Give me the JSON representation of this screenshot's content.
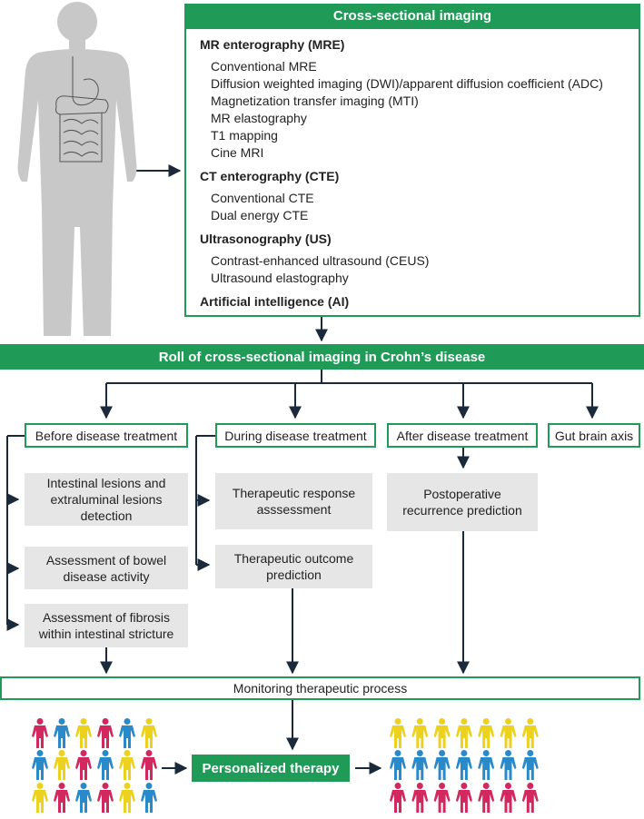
{
  "colors": {
    "green": "#1f9a57",
    "arrow": "#1a2a3a",
    "grey_box": "#e6e6e6",
    "body": "#c8c8c8",
    "magenta": "#d2275f",
    "blue": "#2a8ac9",
    "yellow": "#ecd21e"
  },
  "modalities": {
    "title": "Cross-sectional imaging",
    "lines": [
      {
        "text": "MR enterography (MRE)",
        "bold": true
      },
      {
        "text": "Conventional MRE",
        "bold": false
      },
      {
        "text": "Diffusion weighted imaging (DWI)/apparent diffusion coefficient (ADC)",
        "bold": false
      },
      {
        "text": "Magnetization transfer imaging (MTI)",
        "bold": false
      },
      {
        "text": "MR elastography",
        "bold": false
      },
      {
        "text": "T1 mapping",
        "bold": false
      },
      {
        "text": "Cine MRI",
        "bold": false
      },
      {
        "text": "CT enterography (CTE)",
        "bold": true
      },
      {
        "text": "Conventional CTE",
        "bold": false
      },
      {
        "text": "Dual energy CTE",
        "bold": false
      },
      {
        "text": "Ultrasonography (US)",
        "bold": true
      },
      {
        "text": "Contrast-enhanced ultrasound (CEUS)",
        "bold": false
      },
      {
        "text": "Ultrasound elastography",
        "bold": false
      },
      {
        "text": "Artificial intelligence (AI)",
        "bold": true
      }
    ]
  },
  "role": {
    "title": "Roll of cross-sectional imaging in Crohn’s disease"
  },
  "phases": {
    "before": "Before disease treatment",
    "during": "During disease treatment",
    "after": "After disease treatment",
    "gut": "Gut brain axis"
  },
  "tasks": {
    "lesions": "Intestinal lesions and extraluminal lesions detection",
    "activity": "Assessment of bowel disease activity",
    "fibrosis": "Assessment of fibrosis within intestinal stricture",
    "response": "Therapeutic response asssessment",
    "outcome": "Therapeutic outcome prediction",
    "recurrence": "Postoperative recurrence prediction"
  },
  "monitoring": "Monitoring therapeutic process",
  "personalized": "Personalized therapy",
  "people": {
    "left_rows": [
      [
        "magenta",
        "blue",
        "yellow",
        "magenta",
        "blue",
        "yellow"
      ],
      [
        "blue",
        "yellow",
        "magenta",
        "blue",
        "yellow",
        "magenta"
      ],
      [
        "yellow",
        "magenta",
        "blue",
        "magenta",
        "yellow",
        "blue"
      ]
    ],
    "right_rows": [
      [
        "yellow",
        "yellow",
        "yellow",
        "yellow",
        "yellow",
        "yellow",
        "yellow"
      ],
      [
        "blue",
        "blue",
        "blue",
        "blue",
        "blue",
        "blue",
        "blue"
      ],
      [
        "magenta",
        "magenta",
        "magenta",
        "magenta",
        "magenta",
        "magenta",
        "magenta"
      ]
    ]
  }
}
